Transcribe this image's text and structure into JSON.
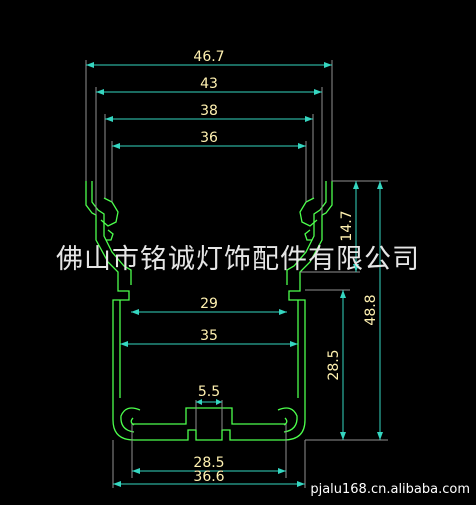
{
  "drawing": {
    "dimensions": {
      "top_overall_width": "46.7",
      "top_outer_width": "43",
      "top_inner_width": "38",
      "top_opening_width": "36",
      "lip_height": "14.7",
      "overall_height": "48.8",
      "lower_inner_width_29": "29",
      "lower_inner_width_35": "35",
      "inner_height": "28.5",
      "bottom_slot_width": "5.5",
      "bottom_inner_width": "28.5",
      "bottom_outer_width": "36.6"
    },
    "watermark": "佛山市铭诚灯饰配件有限公司",
    "footer_url": "pjalu168.cn.alibaba.com"
  },
  "colors": {
    "background": "#000000",
    "profile": "#4cff4c",
    "dimension_lines": "#35d6c0",
    "dimension_text": "#fff1b0"
  }
}
